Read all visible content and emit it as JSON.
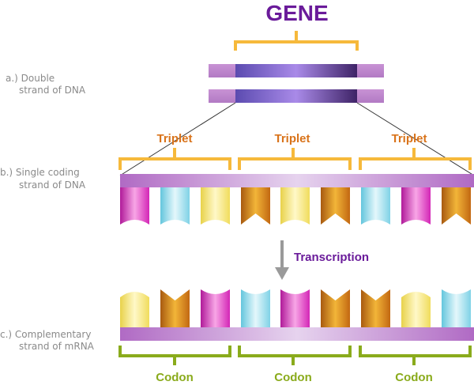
{
  "title": "GENE",
  "labels": {
    "a_line1": "a.) Double",
    "a_line2": "strand of DNA",
    "b_line1": "b.) Single coding",
    "b_line2": "strand of DNA",
    "c_line1": "c.) Complementary",
    "c_line2": "strand of mRNA",
    "transcription": "Transcription"
  },
  "triplets": [
    "Triplet",
    "Triplet",
    "Triplet"
  ],
  "codons": [
    "Codon",
    "Codon",
    "Codon"
  ],
  "dna_bases": [
    {
      "color": "magenta",
      "shape": "concave"
    },
    {
      "color": "cyan",
      "shape": "concave"
    },
    {
      "color": "yellow",
      "shape": "concave"
    },
    {
      "color": "orange",
      "shape": "notch"
    },
    {
      "color": "yellow",
      "shape": "concave"
    },
    {
      "color": "orange",
      "shape": "notch"
    },
    {
      "color": "cyan",
      "shape": "concave"
    },
    {
      "color": "magenta",
      "shape": "concave"
    },
    {
      "color": "orange",
      "shape": "notch"
    }
  ],
  "mrna_bases": [
    {
      "color": "yellow",
      "shape": "round"
    },
    {
      "color": "orange",
      "shape": "notch"
    },
    {
      "color": "magenta",
      "shape": "concave"
    },
    {
      "color": "cyan",
      "shape": "concave"
    },
    {
      "color": "magenta",
      "shape": "concave"
    },
    {
      "color": "orange",
      "shape": "notch"
    },
    {
      "color": "orange",
      "shape": "notch"
    },
    {
      "color": "yellow",
      "shape": "round"
    },
    {
      "color": "cyan",
      "shape": "concave"
    }
  ],
  "colors": {
    "title": "#6a1b9a",
    "label_gray": "#8a8a8a",
    "triplet_orange": "#d9731a",
    "bracket_yellow": "#f6b93b",
    "codon_green": "#8aab1c",
    "transcription_purple": "#6a1b9a",
    "strand_purple": "#b36fc6",
    "gene_dark": "#5a3a9a",
    "arrow_gray": "#9a9a9a"
  }
}
